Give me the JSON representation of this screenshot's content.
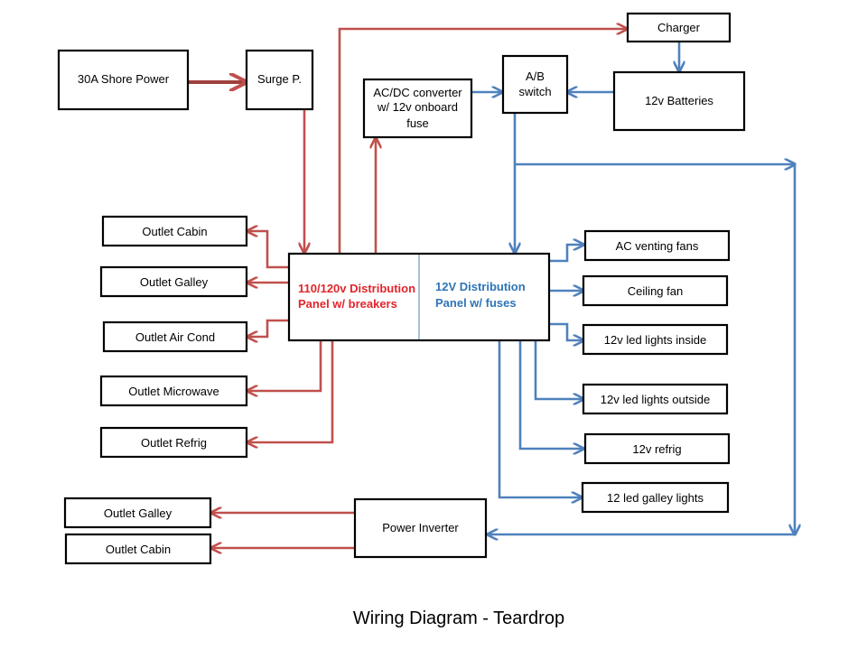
{
  "title": "Wiring Diagram - Teardrop",
  "colors": {
    "ac_line": "#c0504d",
    "dc_line": "#4f81bd",
    "ac_text": "#e3242b",
    "dc_text": "#2e75b6"
  },
  "nodes": {
    "shore_power": "30A Shore Power",
    "surge": "Surge P.",
    "converter": [
      "AC/DC converter",
      "w/ 12v onboard",
      "fuse"
    ],
    "ab_switch": [
      "A/B",
      "switch"
    ],
    "charger": "Charger",
    "batteries": "12v Batteries",
    "panel_ac": [
      "110/120v  Distribution",
      "Panel w/ breakers"
    ],
    "panel_dc": [
      "12V Distribution",
      "Panel w/  fuses"
    ],
    "outlet_cabin": "Outlet Cabin",
    "outlet_galley": "Outlet Galley",
    "outlet_aircond": "Outlet Air Cond",
    "outlet_microwave": "Outlet Microwave",
    "outlet_refrig": "Outlet Refrig",
    "ac_fans": "AC venting fans",
    "ceiling_fan": "Ceiling fan",
    "led_inside": "12v led lights inside",
    "led_outside": "12v led lights outside",
    "refrig_12v": "12v refrig",
    "galley_lights": "12 led galley lights",
    "inverter": "Power Inverter",
    "inv_outlet_galley": "Outlet Galley",
    "inv_outlet_cabin": "Outlet Cabin"
  },
  "connections": [
    {
      "from": "shore_power",
      "to": "surge",
      "type": "ac"
    },
    {
      "from": "surge",
      "to": "panel_ac",
      "type": "ac"
    },
    {
      "from": "panel_ac",
      "to": "charger",
      "type": "ac"
    },
    {
      "from": "panel_ac",
      "to": "converter",
      "type": "ac"
    },
    {
      "from": "panel_ac",
      "to": "outlet_cabin",
      "type": "ac"
    },
    {
      "from": "panel_ac",
      "to": "outlet_galley",
      "type": "ac"
    },
    {
      "from": "panel_ac",
      "to": "outlet_aircond",
      "type": "ac"
    },
    {
      "from": "panel_ac",
      "to": "outlet_microwave",
      "type": "ac"
    },
    {
      "from": "panel_ac",
      "to": "outlet_refrig",
      "type": "ac"
    },
    {
      "from": "charger",
      "to": "batteries",
      "type": "dc"
    },
    {
      "from": "batteries",
      "to": "ab_switch",
      "type": "dc"
    },
    {
      "from": "converter",
      "to": "ab_switch",
      "type": "dc"
    },
    {
      "from": "ab_switch",
      "to": "panel_dc",
      "type": "dc"
    },
    {
      "from": "ab_switch",
      "to": "inverter",
      "type": "dc"
    },
    {
      "from": "panel_dc",
      "to": "ac_fans",
      "type": "dc"
    },
    {
      "from": "panel_dc",
      "to": "ceiling_fan",
      "type": "dc"
    },
    {
      "from": "panel_dc",
      "to": "led_inside",
      "type": "dc"
    },
    {
      "from": "panel_dc",
      "to": "led_outside",
      "type": "dc"
    },
    {
      "from": "panel_dc",
      "to": "refrig_12v",
      "type": "dc"
    },
    {
      "from": "panel_dc",
      "to": "galley_lights",
      "type": "dc"
    },
    {
      "from": "inverter",
      "to": "inv_outlet_galley",
      "type": "ac"
    },
    {
      "from": "inverter",
      "to": "inv_outlet_cabin",
      "type": "ac"
    }
  ]
}
